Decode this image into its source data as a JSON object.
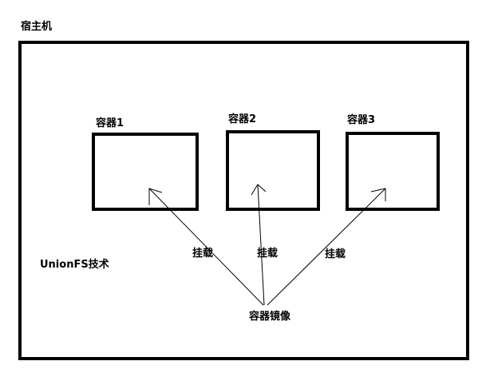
{
  "host": {
    "label": "宿主机"
  },
  "containers": [
    {
      "label": "容器1"
    },
    {
      "label": "容器2"
    },
    {
      "label": "容器3"
    }
  ],
  "mounts": [
    {
      "label": "挂载"
    },
    {
      "label": "挂载"
    },
    {
      "label": "挂载"
    }
  ],
  "technology": {
    "label": "UnionFS技术"
  },
  "image": {
    "label": "容器镜像"
  }
}
